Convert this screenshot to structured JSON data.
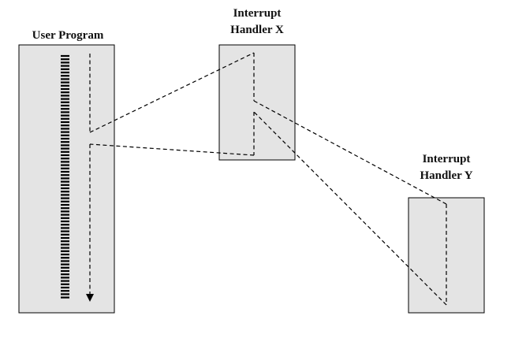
{
  "labels": {
    "user_program": "User Program",
    "handler_x_line1": "Interrupt",
    "handler_x_line2": "Handler X",
    "handler_y_line1": "Interrupt",
    "handler_y_line2": "Handler Y"
  },
  "colors": {
    "box_fill": "#e4e4e4",
    "line": "#000000"
  }
}
